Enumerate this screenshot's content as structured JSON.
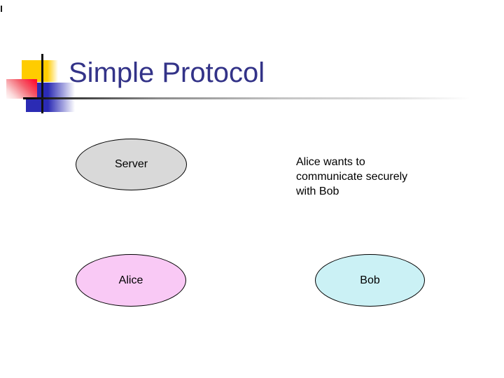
{
  "slide": {
    "title": "Simple Protocol",
    "annotation": {
      "line1": "Alice wants to",
      "line2": "communicate securely",
      "line3": "with Bob"
    },
    "shapes": {
      "server": {
        "label": "Server",
        "fill": "#D9D9D9"
      },
      "alice": {
        "label": "Alice",
        "fill": "#F9C9F5"
      },
      "bob": {
        "label": "Bob",
        "fill": "#CBF1F5"
      }
    },
    "colors": {
      "title_text": "#333388",
      "body_text": "#000000",
      "shape_border": "#000000",
      "ornament_yellow": "#FFCC00",
      "ornament_red": "#FF1133",
      "ornament_blue": "#2B2BB4",
      "rule_gradient_start": "#000000",
      "rule_gradient_end": "#FFFFFF"
    }
  }
}
